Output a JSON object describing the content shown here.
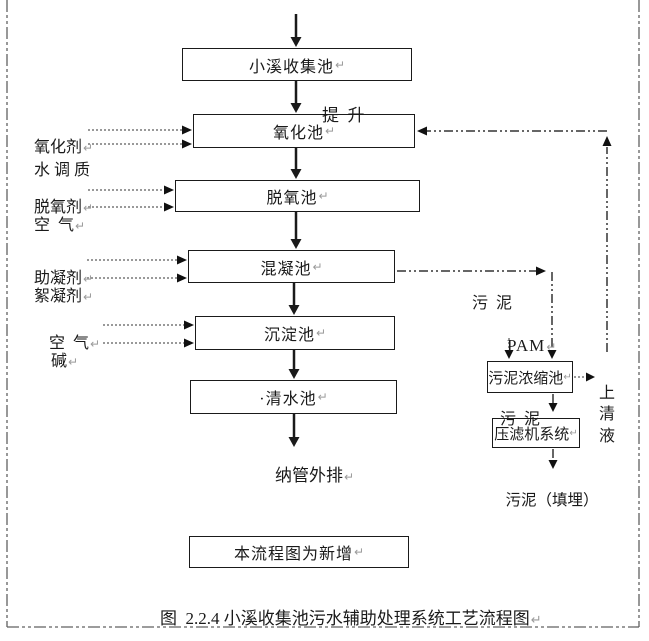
{
  "figure": {
    "caption": {
      "text": "图  2.2.4 小溪收集池污水辅助处理系统工艺流程图",
      "mark": "↵"
    },
    "trailing_mark": "↵"
  },
  "boxes": {
    "collect": {
      "label": "小溪收集池",
      "mark": "↵"
    },
    "oxidation": {
      "label": "氧化池",
      "mark": "↵"
    },
    "deoxygen": {
      "label": "脱氧池",
      "mark": "↵"
    },
    "coagulation": {
      "label": "混凝池",
      "mark": "↵"
    },
    "sediment": {
      "label": "沉淀池",
      "mark": "↵"
    },
    "clearwater": {
      "label": "·清水池",
      "mark": "↵"
    },
    "thickener": {
      "label": "污泥浓缩池",
      "mark": "↵"
    },
    "filterpress": {
      "label": "压滤机系统",
      "mark": "↵"
    },
    "note": {
      "label": "本流程图为新增",
      "mark": "↵"
    }
  },
  "inputs": {
    "oxidant": {
      "text": "氧化剂",
      "mark": "↵"
    },
    "water_cond": {
      "text": "水 调 质",
      "mark": ""
    },
    "deoxidizer": {
      "text": "脱氧剂",
      "mark": "↵"
    },
    "air1": {
      "text": "空  气",
      "mark": "↵"
    },
    "coag_aid": {
      "text": "助凝剂",
      "mark": "↵"
    },
    "flocculant": {
      "text": "絮凝剂",
      "mark": "↵"
    },
    "air2": {
      "text": "空  气",
      "mark": "↵"
    },
    "alkali": {
      "text": "碱",
      "mark": "↵"
    }
  },
  "labels": {
    "lift": {
      "text": "提  升",
      "mark": ""
    },
    "outfall": {
      "text": "纳管外排",
      "mark": "↵"
    },
    "sludge1": {
      "text": "污  泥",
      "mark": ""
    },
    "pam": {
      "text": "PAM",
      "mark": "↵"
    },
    "supernatant": {
      "text": "上\n清\n液",
      "mark": ""
    },
    "sludge2": {
      "text": "污  泥",
      "mark": ""
    },
    "sludge_landfill": {
      "text": "污泥（填埋）",
      "mark": ""
    }
  },
  "colors": {
    "main_line": "#1a1a1a",
    "chem_line": "#999999",
    "sludge_line": "#333333",
    "canvas_border": "#606060",
    "paragraph_mark": "#9a9a9a"
  }
}
